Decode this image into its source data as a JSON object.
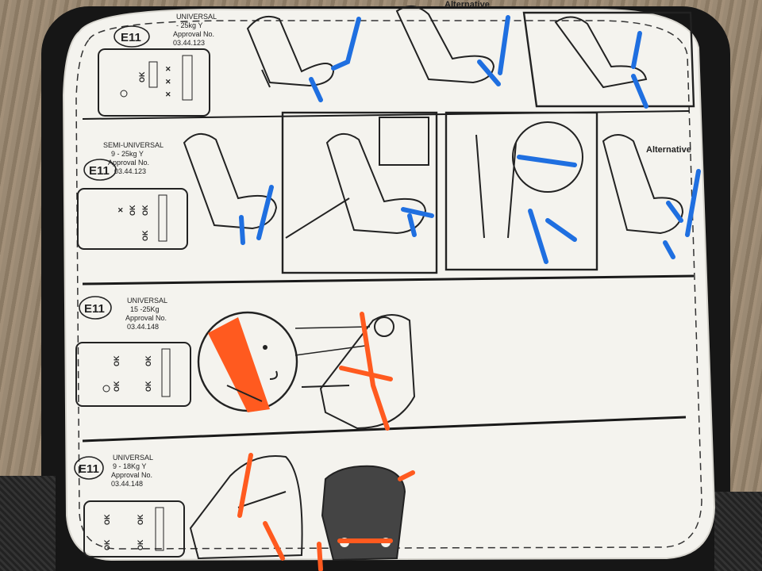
{
  "sections": [
    {
      "approval_type": "UNIVERSAL",
      "weight": "- 25kg Y",
      "approval_label": "Approval No.",
      "approval_no": "03.44.123",
      "mark": "E11",
      "alt": "Alternative"
    },
    {
      "approval_type": "SEMI-UNIVERSAL",
      "weight": "9 - 25kg Y",
      "approval_label": "Approval No.",
      "approval_no": "03.44.123",
      "mark": "E11",
      "alt": "Alternative"
    },
    {
      "approval_type": "UNIVERSAL",
      "weight": "15 -25Kg",
      "approval_label": "Approval No.",
      "approval_no": "03.44.148",
      "mark": "E11"
    },
    {
      "approval_type": "UNIVERSAL",
      "weight": "9 - 18Kg Y",
      "approval_label": "Approval No.",
      "approval_no": "03.44.148",
      "mark": "E11"
    }
  ],
  "ok_label": "OK",
  "x_label": "✕",
  "colors": {
    "label_bg": "#f4f3ee",
    "line": "#1a1a1a",
    "blue": "#1f6fe0",
    "orange": "#ff5a1f",
    "seat": "#161616"
  },
  "icons": [
    "car-seat-illustration",
    "seatbelt-diagram",
    "child-face-icon",
    "seat-map-icon"
  ]
}
